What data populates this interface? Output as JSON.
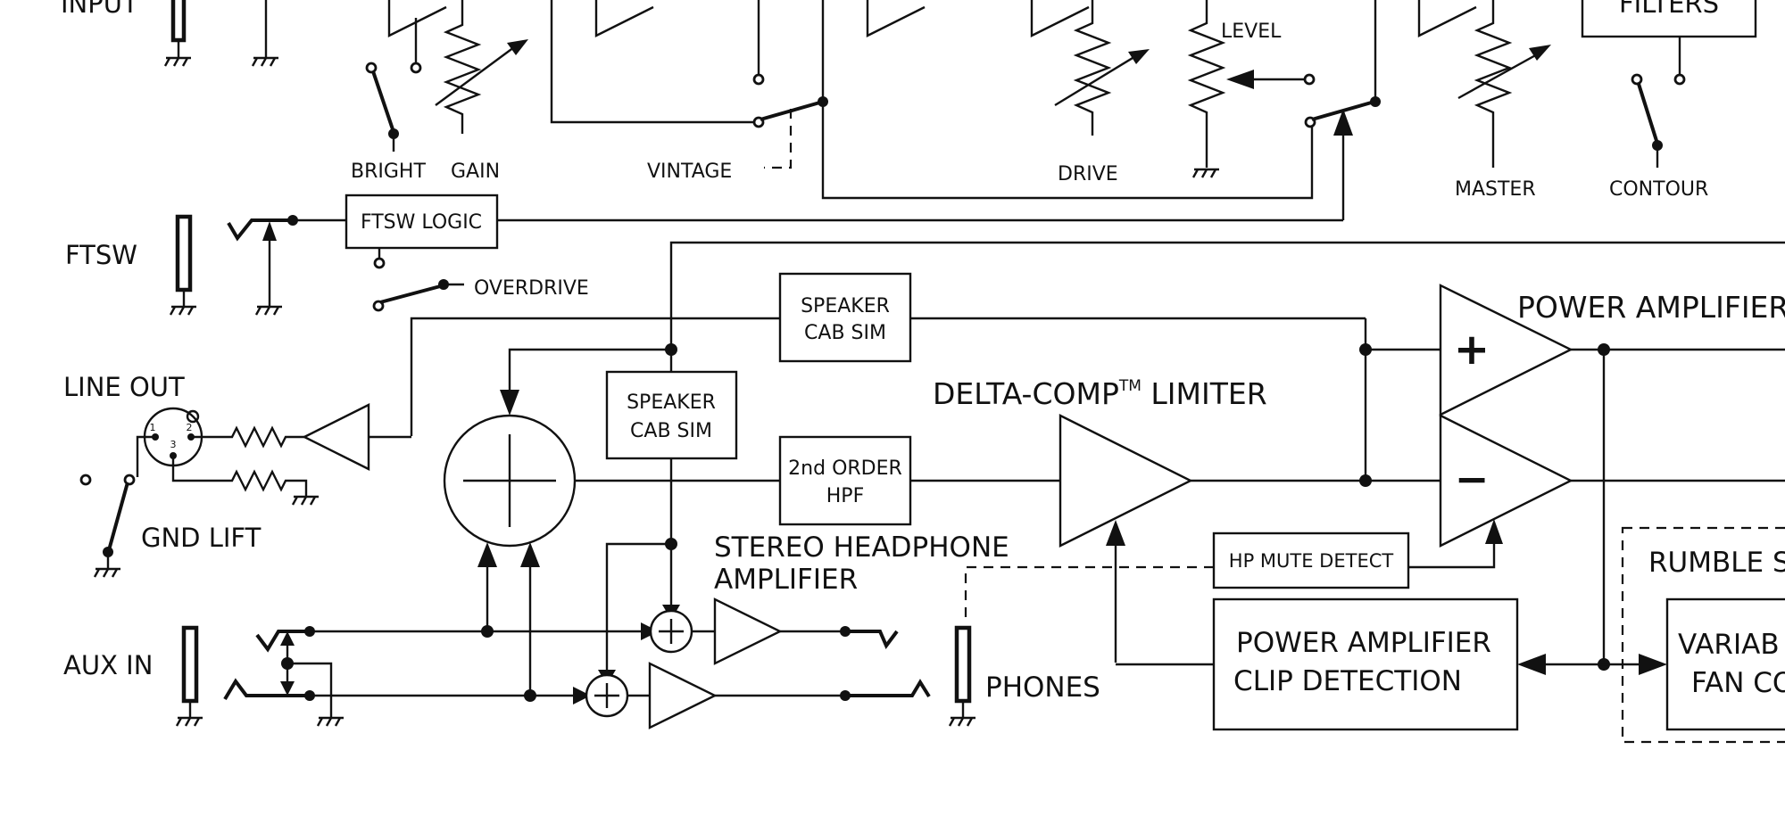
{
  "labels": {
    "input": "INPUT",
    "ftsw": "FTSW",
    "line_out": "LINE OUT",
    "gnd_lift": "GND LIFT",
    "aux_in": "AUX IN",
    "phones": "PHONES",
    "bright": "BRIGHT",
    "gain": "GAIN",
    "vintage": "VINTAGE",
    "level": "LEVEL",
    "drive": "DRIVE",
    "master": "MASTER",
    "contour": "CONTOUR",
    "overdrive": "OVERDRIVE",
    "filters": "FILTERS",
    "ftsw_logic": "FTSW LOGIC",
    "speaker_cab_sim_1": [
      "SPEAKER",
      "CAB SIM"
    ],
    "speaker_cab_sim_2": [
      "SPEAKER",
      "CAB SIM"
    ],
    "hpf": [
      "2nd ORDER",
      "HPF"
    ],
    "delta_comp": "DELTA-COMP",
    "tm": "TM",
    "limiter": " LIMITER",
    "power_amplifier": "POWER AMPLIFIER",
    "stereo_headphone": [
      "STEREO HEADPHONE",
      "AMPLIFIER"
    ],
    "hp_mute_detect": "HP MUTE DETECT",
    "clip_detection": [
      "POWER AMPLIFIER",
      "CLIP DETECTION"
    ],
    "rumble": "RUMBLE S",
    "fan": [
      "VARIAB",
      "FAN CO"
    ],
    "plus": "+",
    "minus": "−",
    "pin1": "1",
    "pin2": "2",
    "pin3": "3"
  }
}
